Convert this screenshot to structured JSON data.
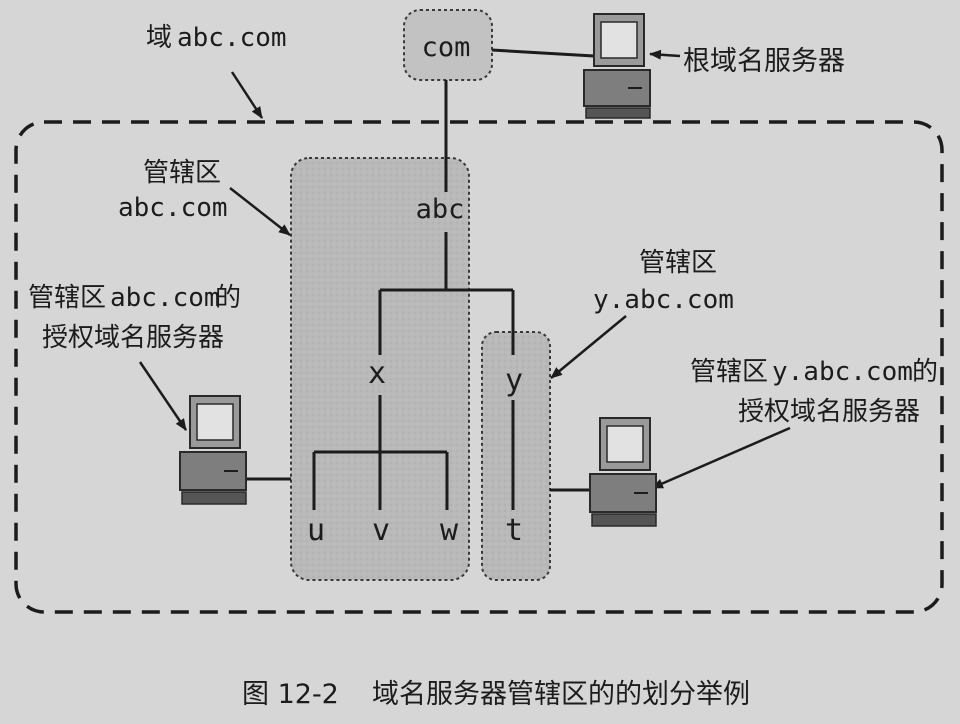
{
  "domain_outer": {
    "label_prefix": "域",
    "label_name": "abc.com"
  },
  "nodes": {
    "com": "com",
    "abc": "abc",
    "x": "x",
    "y": "y",
    "u": "u",
    "v": "v",
    "w": "w",
    "t": "t"
  },
  "labels": {
    "root_server": "根域名服务器",
    "zone_abc_title": "管辖区",
    "zone_abc_name": "abc.com",
    "zone_y_title": "管辖区",
    "zone_y_name": "y.abc.com",
    "auth_abc_line1_prefix": "管辖区",
    "auth_abc_line1_name": "abc.com",
    "auth_abc_line1_suffix": "的",
    "auth_abc_line2": "授权域名服务器",
    "auth_y_line1_prefix": "管辖区",
    "auth_y_line1_name": "y.abc.com",
    "auth_y_line1_suffix": "的",
    "auth_y_line2": "授权域名服务器"
  },
  "caption": {
    "number": "图 12-2",
    "text": "域名服务器管辖区的的划分举例"
  },
  "icons": [
    "root-server-computer-icon",
    "abc-server-computer-icon",
    "y-server-computer-icon"
  ]
}
